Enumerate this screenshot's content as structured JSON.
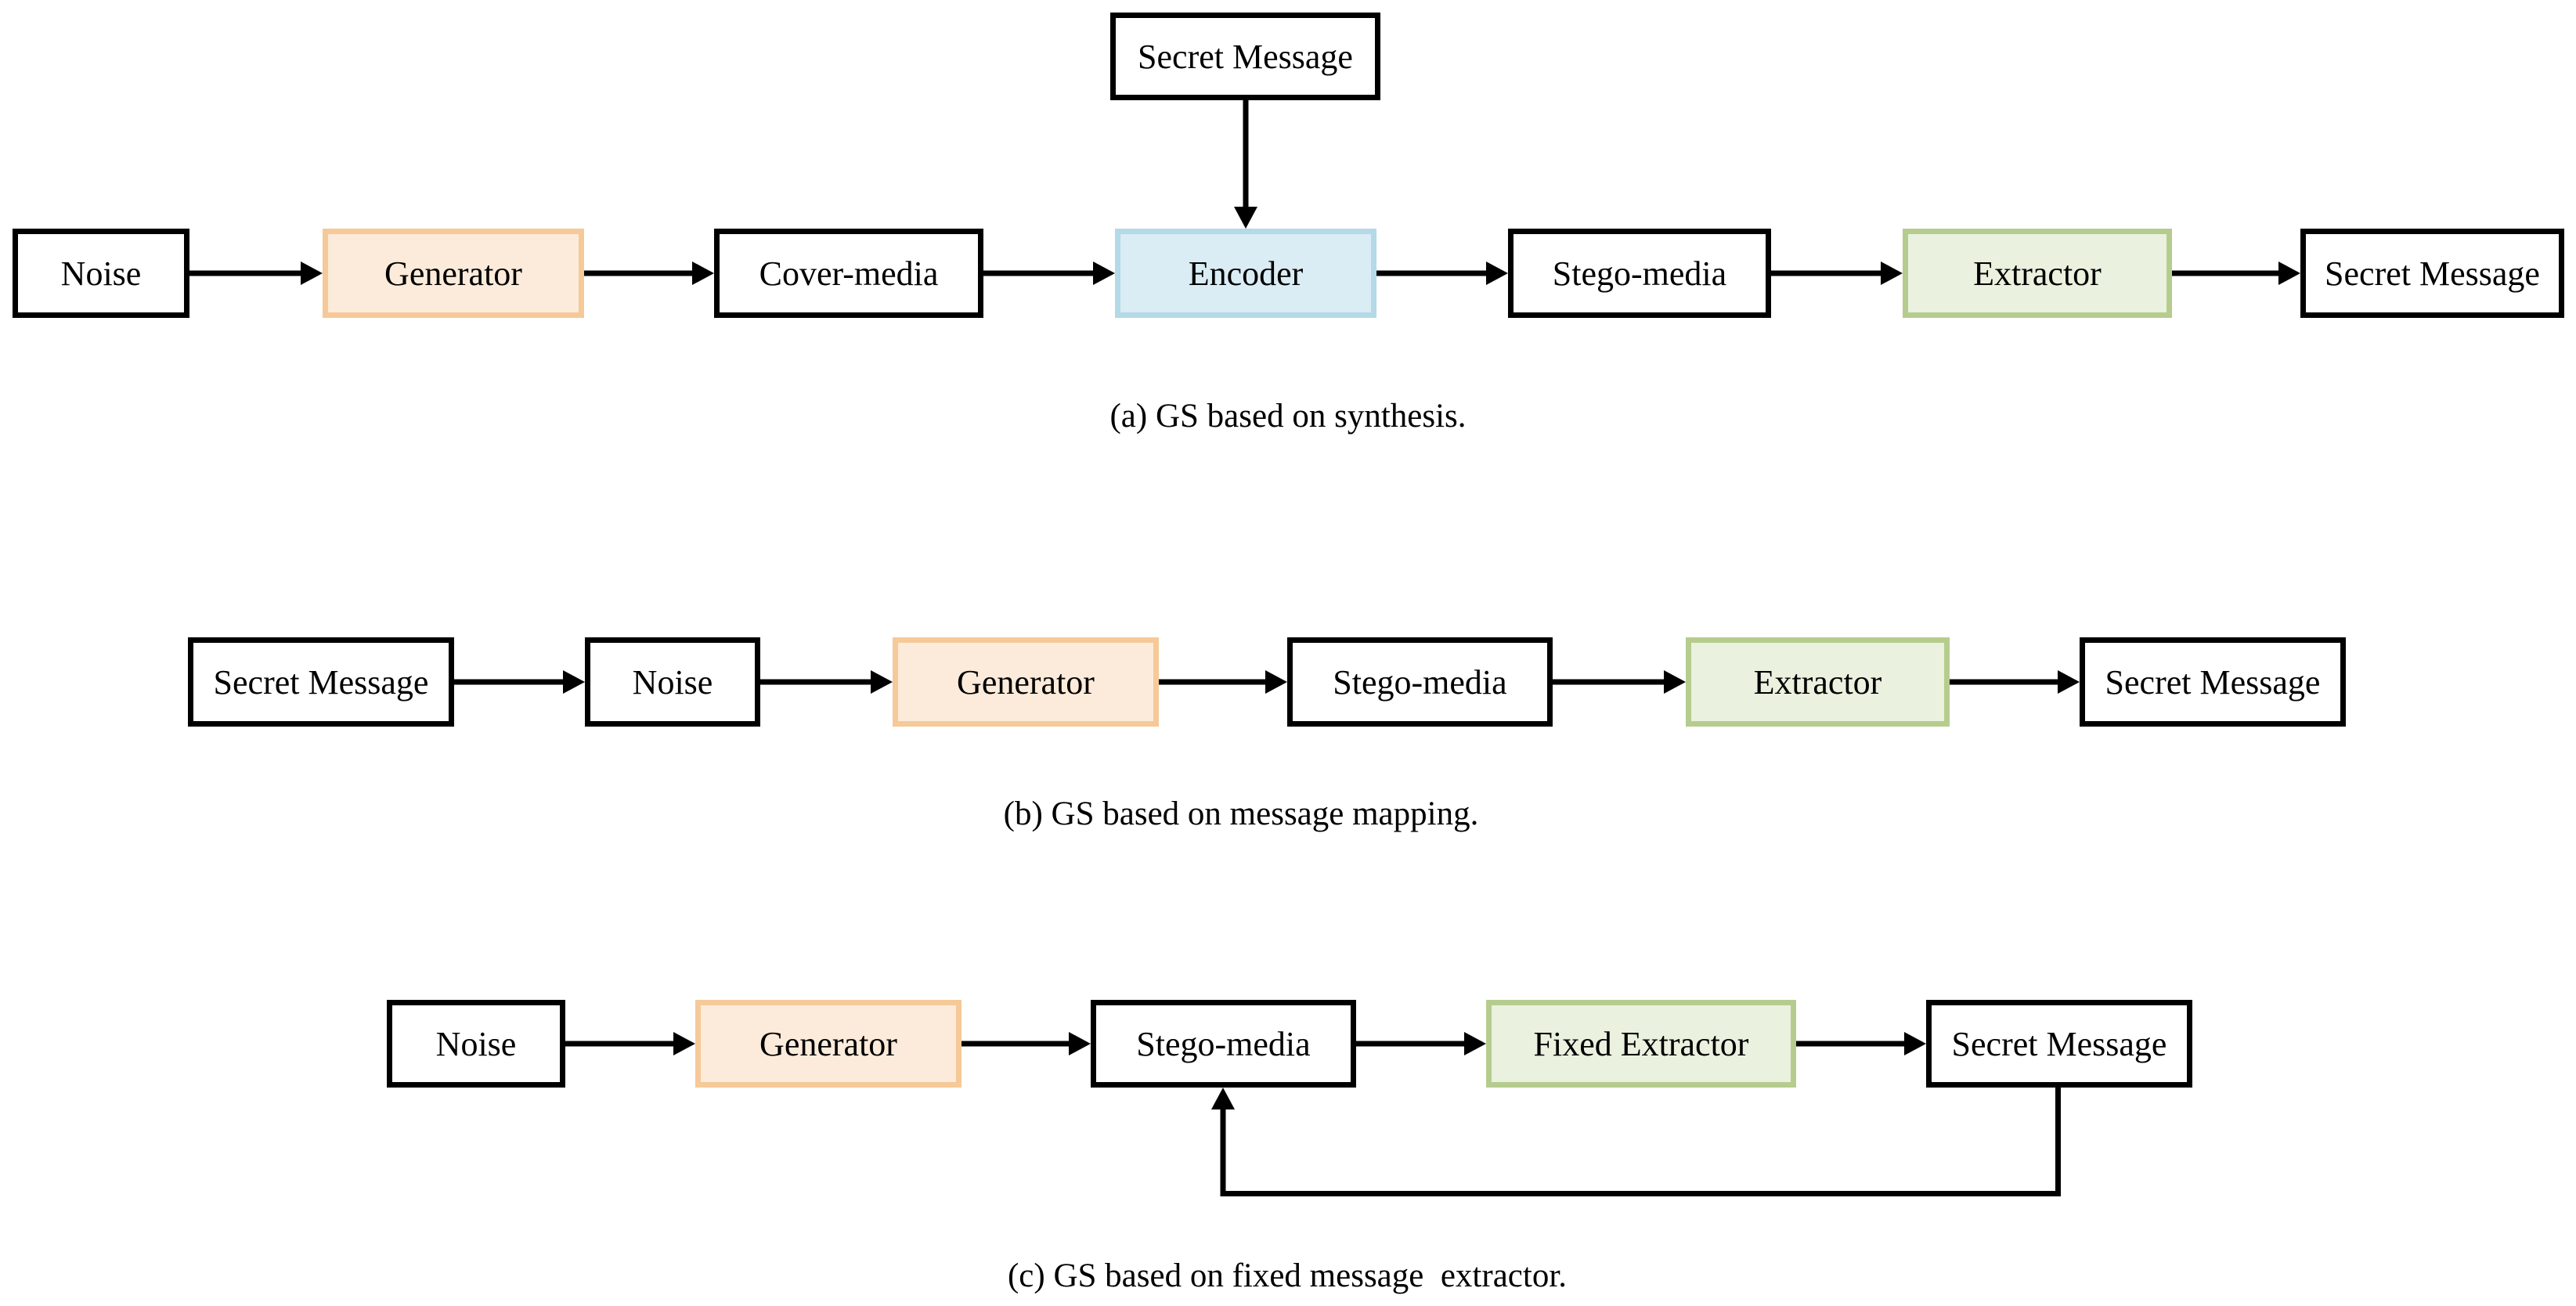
{
  "diagram": {
    "title_semantic": "Generative steganography (GS) framework variants",
    "colors": {
      "background": "#ffffff",
      "box_border": "#000000",
      "text": "#000000",
      "arrow": "#000000",
      "generator_fill": "#fcebda",
      "generator_border": "#f5c998",
      "encoder_fill": "#daecf4",
      "encoder_border": "#b4d9e7",
      "extractor_fill": "#eaf1de",
      "extractor_border": "#b6cc8f"
    },
    "flows": {
      "a": {
        "input_top": "Secret Message",
        "nodes": [
          "Noise",
          "Generator",
          "Cover-media",
          "Encoder",
          "Stego-media",
          "Extractor",
          "Secret Message"
        ]
      },
      "b": {
        "nodes": [
          "Secret Message",
          "Noise",
          "Generator",
          "Stego-media",
          "Extractor",
          "Secret Message"
        ]
      },
      "c": {
        "nodes": [
          "Noise",
          "Generator",
          "Stego-media",
          "Fixed Extractor",
          "Secret Message"
        ]
      }
    },
    "captions": {
      "a": "(a) GS based on synthesis.",
      "b": "(b) GS based on message mapping.",
      "c": "(c) GS based on fixed message  extractor."
    }
  }
}
